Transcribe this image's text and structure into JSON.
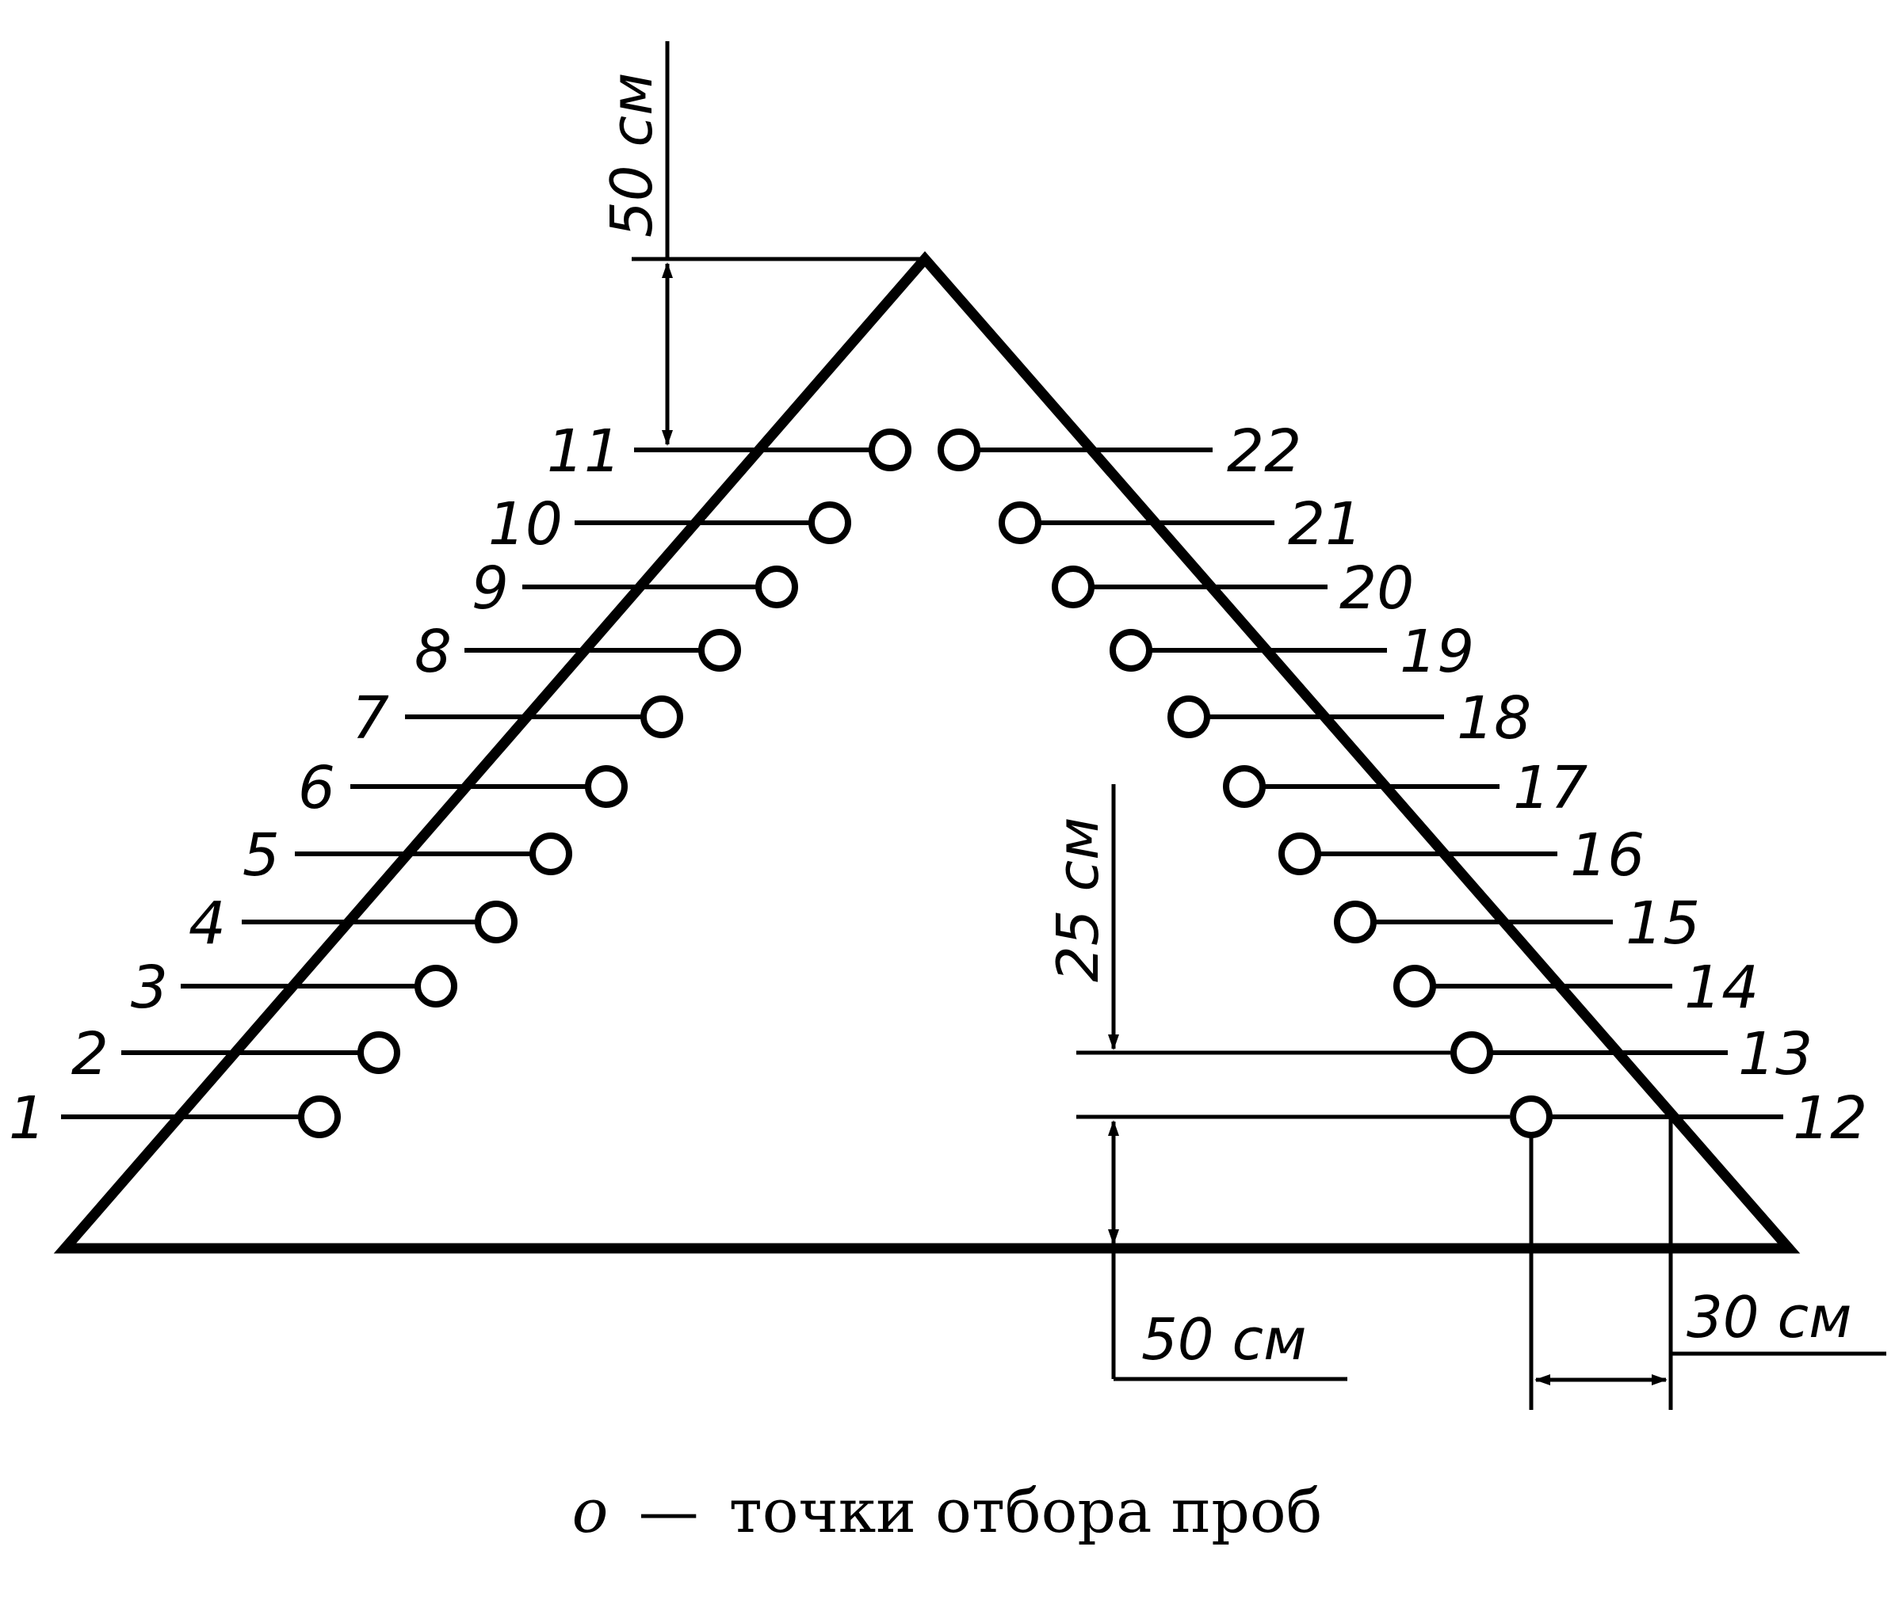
{
  "dimensions": {
    "top_offset": "50 см",
    "row_spacing": "25 см",
    "bottom_offset": "50 см",
    "edge_offset": "30 см"
  },
  "points": {
    "left_labels": [
      "1",
      "2",
      "3",
      "4",
      "5",
      "6",
      "7",
      "8",
      "9",
      "10",
      "11"
    ],
    "right_labels": [
      "12",
      "13",
      "14",
      "15",
      "16",
      "17",
      "18",
      "19",
      "20",
      "21",
      "22"
    ]
  },
  "legend": {
    "symbol": "о",
    "dash": "—",
    "text": "точки отбора проб"
  },
  "colors": {
    "line": "#000000",
    "background": "#ffffff"
  }
}
